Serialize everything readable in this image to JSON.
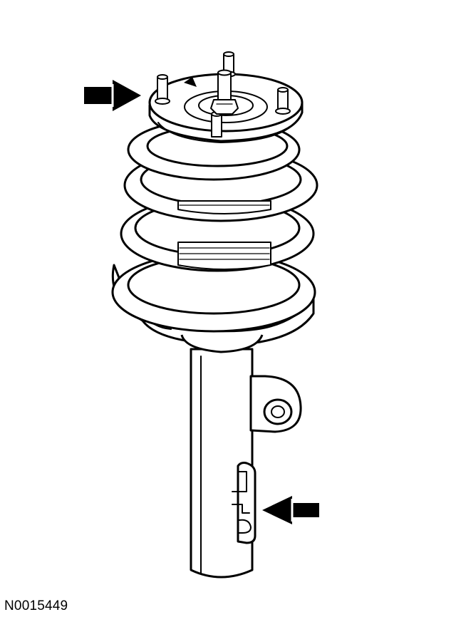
{
  "figure": {
    "id": "N0015449"
  },
  "colors": {
    "line": "#000000",
    "background": "#ffffff"
  },
  "icons": {
    "pointer_left": "double-arrow-right",
    "pointer_right": "double-arrow-left",
    "pointer_small": "small-arrow"
  }
}
